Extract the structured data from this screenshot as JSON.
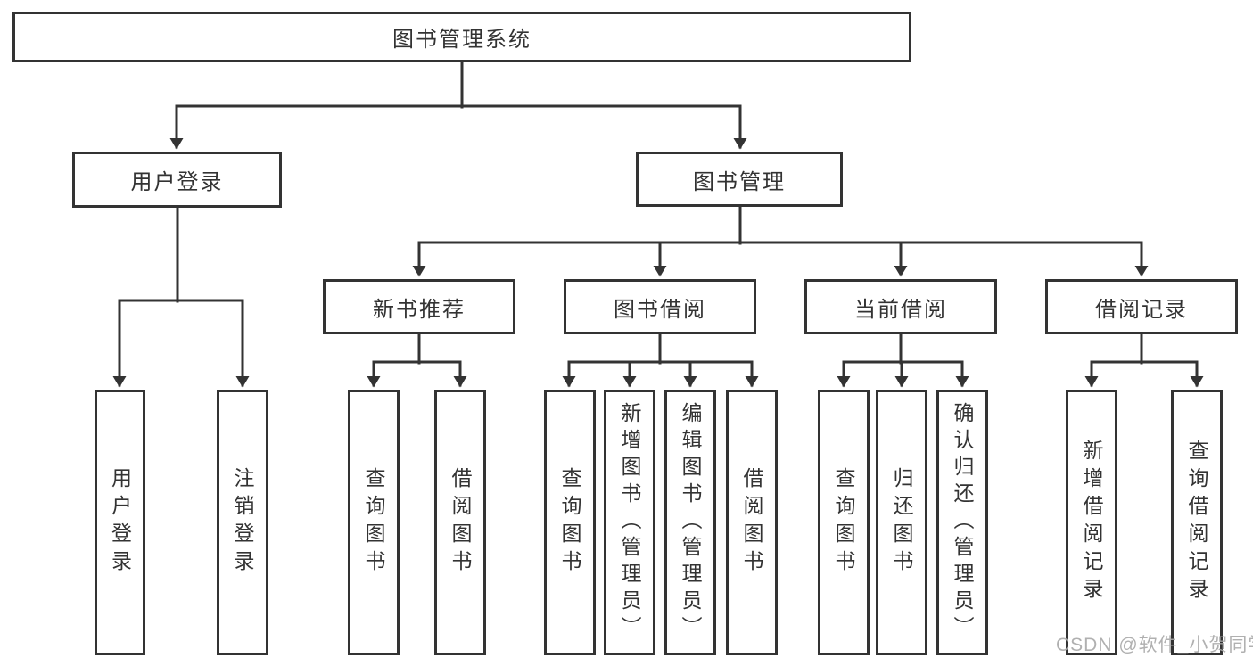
{
  "diagram": {
    "root": {
      "label": "图书管理系统"
    },
    "branches": [
      {
        "label": "用户登录",
        "children": [
          {
            "label": "用户登录"
          },
          {
            "label": "注销登录"
          }
        ]
      },
      {
        "label": "图书管理",
        "sections": [
          {
            "label": "新书推荐",
            "children": [
              {
                "label": "查询图书"
              },
              {
                "label": "借阅图书"
              }
            ]
          },
          {
            "label": "图书借阅",
            "children": [
              {
                "label": "查询图书"
              },
              {
                "label": "新增图书（管理员）"
              },
              {
                "label": "编辑图书（管理员）"
              },
              {
                "label": "借阅图书"
              }
            ]
          },
          {
            "label": "当前借阅",
            "children": [
              {
                "label": "查询图书"
              },
              {
                "label": "归还图书"
              },
              {
                "label": "确认归还（管理员）"
              }
            ]
          },
          {
            "label": "借阅记录",
            "children": [
              {
                "label": "新增借阅记录"
              },
              {
                "label": "查询借阅记录"
              }
            ]
          }
        ]
      }
    ]
  },
  "watermark": {
    "text": "CSDN @软件_小贺同学"
  },
  "colors": {
    "line": "#333333",
    "text": "#333333",
    "background": "#ffffff",
    "watermark": "#a8a8a8"
  }
}
